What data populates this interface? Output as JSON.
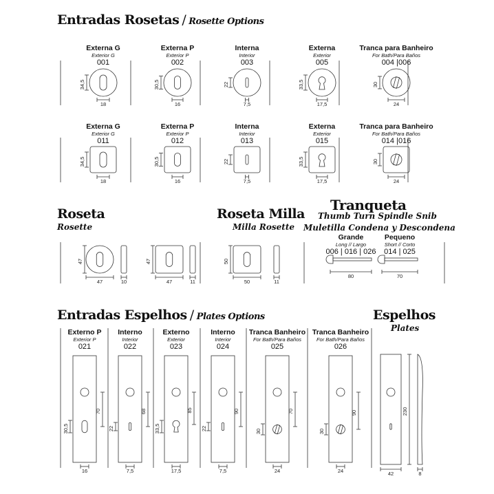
{
  "section1": {
    "title": "Entradas Rosetas",
    "subtitle": "Rosette Options",
    "row1": [
      {
        "label": "Externa G",
        "sub": "Exterior G",
        "code": "001",
        "shape": "oval",
        "base": "round",
        "v": "34,5",
        "h": "18"
      },
      {
        "label": "Externa P",
        "sub": "Exterior P",
        "code": "002",
        "shape": "oval-s",
        "base": "round",
        "v": "30,5",
        "h": "16"
      },
      {
        "label": "Interna",
        "sub": "Interior",
        "code": "003",
        "shape": "slot",
        "base": "round",
        "v": "22",
        "h": "7,5"
      },
      {
        "label": "Externa",
        "sub": "Exterior",
        "code": "005",
        "shape": "euro",
        "base": "round",
        "v": "33,5",
        "h": "17,5"
      },
      {
        "label": "Tranca para Banheiro",
        "sub": "For Bath/Para Baños",
        "code": "004 |006",
        "shape": "turn",
        "base": "round",
        "v": "30",
        "h": "24"
      }
    ],
    "row2": [
      {
        "label": "Externa G",
        "sub": "Exterior G",
        "code": "011",
        "shape": "oval",
        "base": "square",
        "v": "34,5",
        "h": "18"
      },
      {
        "label": "Externa P",
        "sub": "Exterior P",
        "code": "012",
        "shape": "oval-s",
        "base": "square",
        "v": "30,5",
        "h": "16"
      },
      {
        "label": "Interna",
        "sub": "Interior",
        "code": "013",
        "shape": "slot",
        "base": "square",
        "v": "22",
        "h": "7,5"
      },
      {
        "label": "Externa",
        "sub": "Exterior",
        "code": "015",
        "shape": "euro",
        "base": "square",
        "v": "33,5",
        "h": "17,5"
      },
      {
        "label": "Tranca para Banheiro",
        "sub": "For Bath/Para Baños",
        "code": "014 |016",
        "shape": "turn",
        "base": "square",
        "v": "30",
        "h": "24"
      }
    ]
  },
  "roseta": {
    "title": "Roseta",
    "subtitle": "Rosette",
    "round": {
      "v": "47",
      "h": "47",
      "side": "10"
    },
    "square": {
      "v": "47",
      "h": "47",
      "side": "11"
    }
  },
  "milla": {
    "title": "Roseta Milla",
    "subtitle": "Milla Rosette",
    "v": "50",
    "h": "50",
    "side": "11"
  },
  "tranqueta": {
    "title": "Tranqueta",
    "subtitle1": "Thumb Turn Spindle Snib",
    "subtitle2": "Muletilla Condena y Descondena",
    "items": [
      {
        "label": "Grande",
        "sub": "Long // Largo",
        "code": "006 | 016 | 026",
        "len": "80"
      },
      {
        "label": "Pequeno",
        "sub": "Short // Corto",
        "code": "014 | 025",
        "len": "70"
      }
    ]
  },
  "section3": {
    "title": "Entradas Espelhos",
    "subtitle": "Plates Options",
    "items": [
      {
        "label": "Externo P",
        "sub": "Exterior P",
        "code": "021",
        "shape": "oval",
        "dist": "70",
        "v": "30,5",
        "h": "16"
      },
      {
        "label": "Interno",
        "sub": "Interior",
        "code": "022",
        "shape": "slot",
        "dist": "68",
        "v": "22",
        "h": "7,5"
      },
      {
        "label": "Externo",
        "sub": "Exterior",
        "code": "023",
        "shape": "euro",
        "dist": "85",
        "v": "33,5",
        "h": "17,5"
      },
      {
        "label": "Interno",
        "sub": "Interior",
        "code": "024",
        "shape": "slot",
        "dist": "90",
        "v": "22",
        "h": "7,5"
      },
      {
        "label": "Tranca Banheiro",
        "sub": "For Bath/Para Baños",
        "code": "025",
        "shape": "turn",
        "dist": "70",
        "v": "30",
        "h": "24"
      },
      {
        "label": "Tranca Banheiro",
        "sub": "For Bath/Para Baños",
        "code": "026",
        "shape": "turn",
        "dist": "90",
        "v": "30",
        "h": "24"
      }
    ]
  },
  "espelhos": {
    "title": "Espelhos",
    "subtitle": "Plates",
    "h": "42",
    "v": "230",
    "side": "8"
  }
}
